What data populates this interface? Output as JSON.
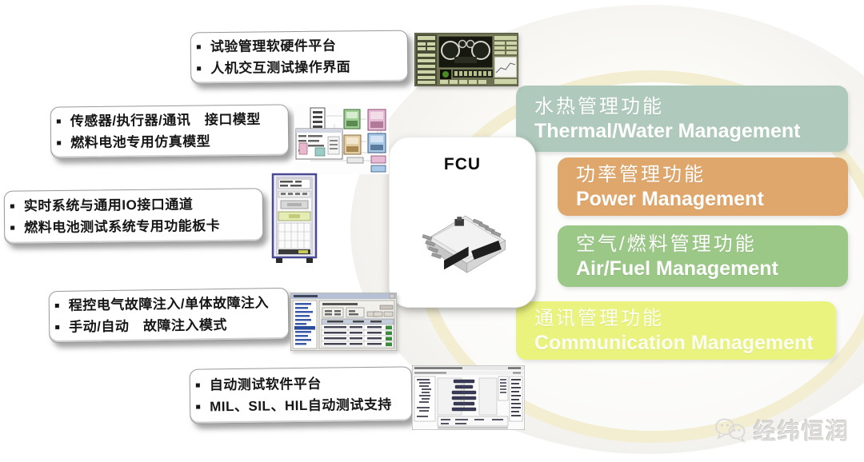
{
  "fcu": {
    "label": "FCU"
  },
  "callouts": [
    {
      "lines": [
        "试验管理软硬件平台",
        "人机交互测试操作界面"
      ]
    },
    {
      "lines": [
        "传感器/执行器/通讯　接口模型",
        "燃料电池专用仿真模型"
      ]
    },
    {
      "lines": [
        "实时系统与通用IO接口通道",
        "燃料电池测试系统专用功能板卡"
      ]
    },
    {
      "lines": [
        "程控电气故障注入/单体故障注入",
        "手动/自动　故障注入模式"
      ]
    },
    {
      "lines": [
        "自动测试软件平台",
        "MIL、SIL、HIL自动测试支持"
      ]
    }
  ],
  "functions": [
    {
      "zh": "水热管理功能",
      "en": "Thermal/Water Management",
      "color": "#afcabc"
    },
    {
      "zh": "功率管理功能",
      "en": "Power Management",
      "color": "#dfa76c"
    },
    {
      "zh": "空气/燃料管理功能",
      "en": "Air/Fuel Management",
      "color": "#9bc787"
    },
    {
      "zh": "通讯管理功能",
      "en": "Communication Management",
      "color": "#e9f37d"
    }
  ],
  "watermark": {
    "brand": "经纬恒润",
    "icon": "wechat-icon"
  },
  "background": {
    "ellipse_fill": "#f0efeb",
    "ring_color": "#f3edd2"
  }
}
